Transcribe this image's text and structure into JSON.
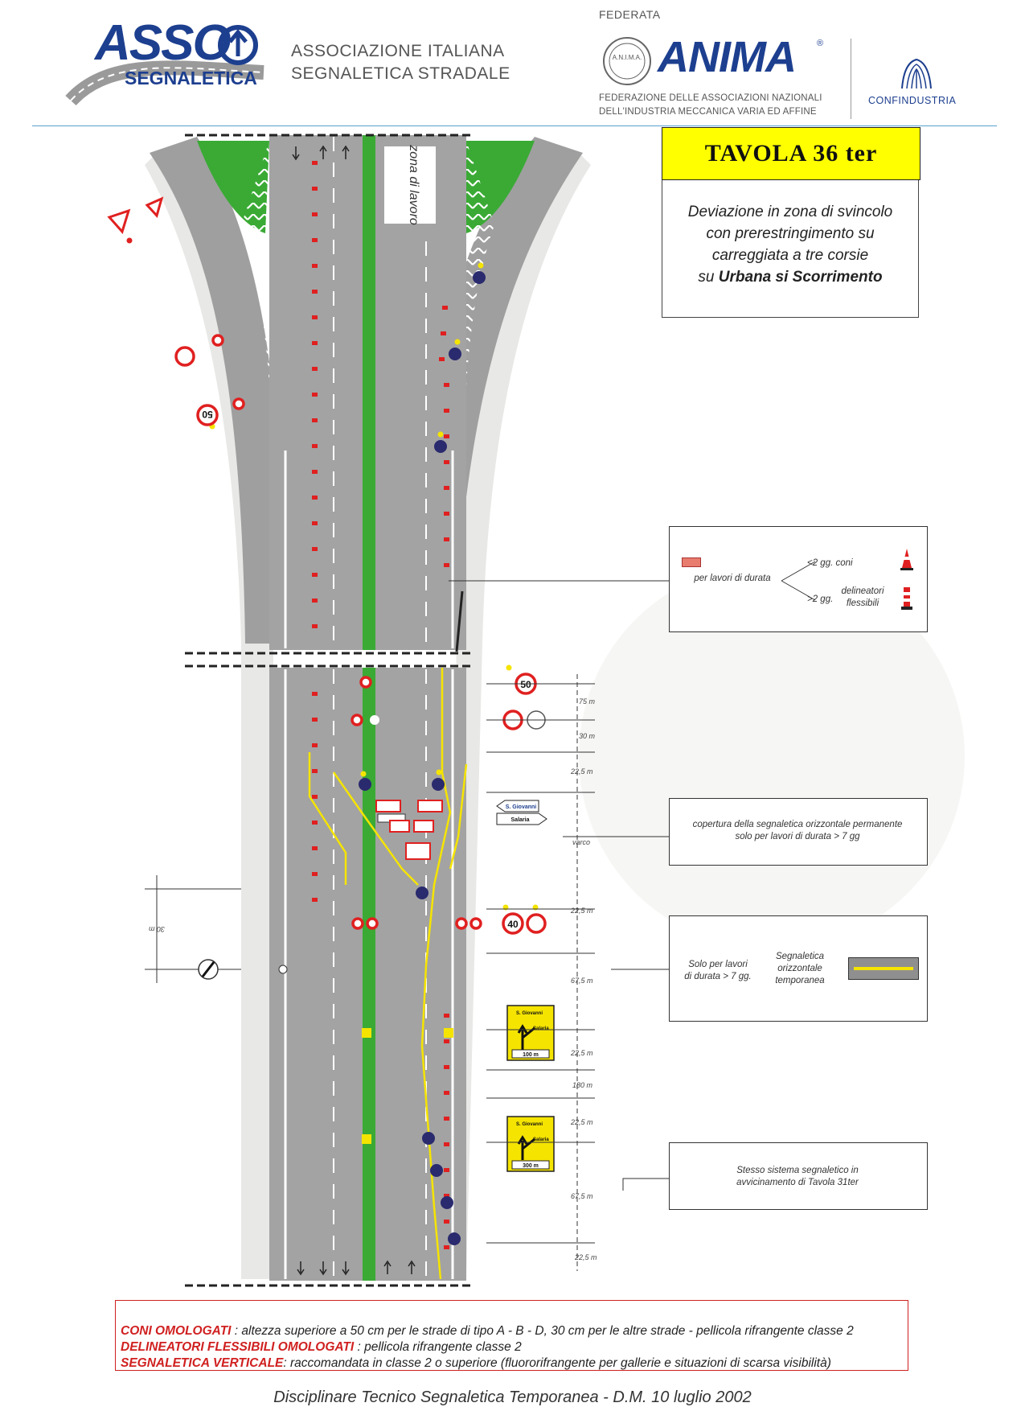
{
  "header": {
    "asso_word": "ASSO",
    "asso_sub": "SEGNALETICA",
    "assoc_line1": "ASSOCIAZIONE ITALIANA",
    "assoc_line2": "SEGNALETICA STRADALE",
    "federata": "FEDERATA",
    "anima_seal": "A.N.I.M.A.",
    "anima_word": "ANIMA",
    "anima_reg": "®",
    "anima_line1": "FEDERAZIONE DELLE ASSOCIAZIONI NAZIONALI",
    "anima_line2": "DELL'INDUSTRIA MECCANICA VARIA ED AFFINE",
    "confindustria": "CONFINDUSTRIA"
  },
  "title": {
    "tavola": "TAVOLA  36 ter",
    "line1": "Deviazione in zona di svincolo",
    "line2": "con prerestringimento su",
    "line3": "carreggiata a tre corsie",
    "line4_prefix": "su ",
    "line4_bold": "Urbana si Scorrimento"
  },
  "diagram": {
    "zona_di_lavoro": "zona di lavoro",
    "speed_50": "50",
    "speed_40": "40",
    "sign_dest_top": "S. Giovanni",
    "sign_dest_bottom": "Salaria",
    "sign_100": "100 m",
    "sign_300": "300 m",
    "dim_30m_vertical": "30 m",
    "dims": [
      "75 m",
      "30 m",
      "22,5 m",
      "varco",
      "22,5 m",
      "67,5 m",
      "22,5 m",
      "180 m",
      "22,5 m",
      "67,5 m",
      "22,5 m"
    ]
  },
  "notes": {
    "durata": {
      "label": "per lavori di durata",
      "lt": "<2 gg. coni",
      "gt": ">2 gg.",
      "delineatori_1": "delineatori",
      "delineatori_2": "flessibili"
    },
    "copertura": {
      "line1": "copertura della segnaletica orizzontale permanente",
      "line2": "solo per lavori di durata > 7 gg"
    },
    "temporanea": {
      "left1": "Solo per lavori",
      "left2": "di durata > 7 gg.",
      "right1": "Segnaletica",
      "right2": "orizzontale",
      "right3": "temporanea"
    },
    "stesso": {
      "line1": "Stesso sistema segnaletico in",
      "line2": "avvicinamento di Tavola 31ter"
    }
  },
  "footer": {
    "coni_label": "CONI OMOLOGATI",
    "coni_text": " : altezza superiore a 50 cm per le strade di tipo A - B - D, 30 cm per le altre strade - pellicola rifrangente classe 2",
    "delin_label": "DELINEATORI FLESSIBILI OMOLOGATI",
    "delin_text": " :  pellicola rifrangente classe 2",
    "segn_label": "SEGNALETICA VERTICALE",
    "segn_text": ": raccomandata in classe 2 o superiore (fluororifrangente per gallerie e situazioni di scarsa visibilità)",
    "disciplinare": "Disciplinare Tecnico Segnaletica Temporanea - D.M.  10 luglio 2002"
  },
  "colors": {
    "brand_blue": "#1d3f8f",
    "road_grey": "#a3a3a3",
    "median_green": "#3aaa35",
    "cone_red": "#e02020",
    "temp_yellow": "#f5e400",
    "title_yellow": "#ffff00",
    "sign_blue": "#2a2a6e"
  }
}
